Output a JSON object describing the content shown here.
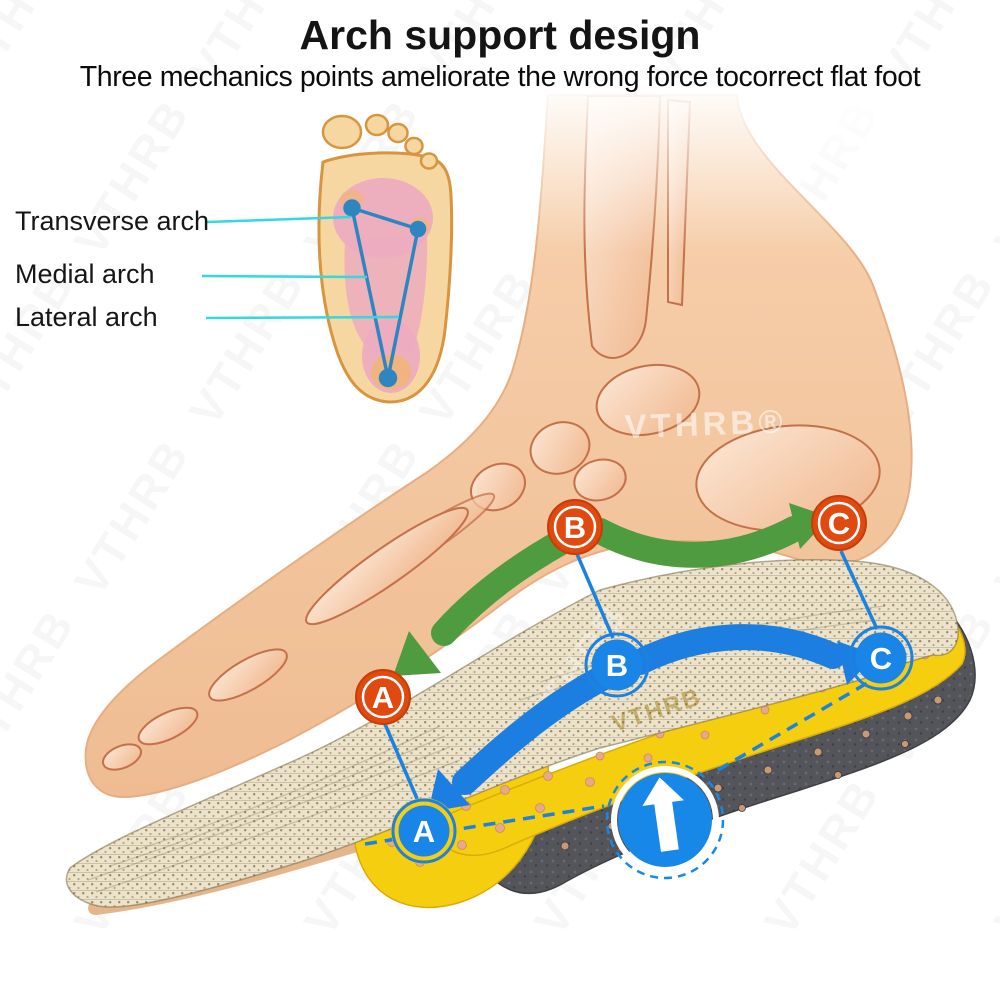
{
  "header": {
    "title": "Arch support design",
    "subtitle": "Three mechanics points ameliorate the wrong force tocorrect flat foot"
  },
  "arch_labels": [
    {
      "label": "Transverse arch"
    },
    {
      "label": "Medial arch"
    },
    {
      "label": "Lateral arch"
    }
  ],
  "markers": {
    "skeleton": [
      {
        "label": "A"
      },
      {
        "label": "B"
      },
      {
        "label": "C"
      }
    ],
    "insole": [
      {
        "label": "A"
      },
      {
        "label": "B"
      },
      {
        "label": "C"
      }
    ]
  },
  "watermark": {
    "tile_text": "VTHRB",
    "brand_text": "VTHRB®"
  },
  "colors": {
    "force_marker_orange": "#E0490F",
    "support_marker_blue": "#1B82E2",
    "force_arrow_green": "#4F9B3F",
    "support_arrow_blue": "#1B7EE0",
    "leader_line_cyan": "#35D8DC",
    "insole_yellow": "#F5CE0F",
    "insole_base_gray": "#54555A",
    "insole_fabric_beige": "#ECE3CA"
  }
}
